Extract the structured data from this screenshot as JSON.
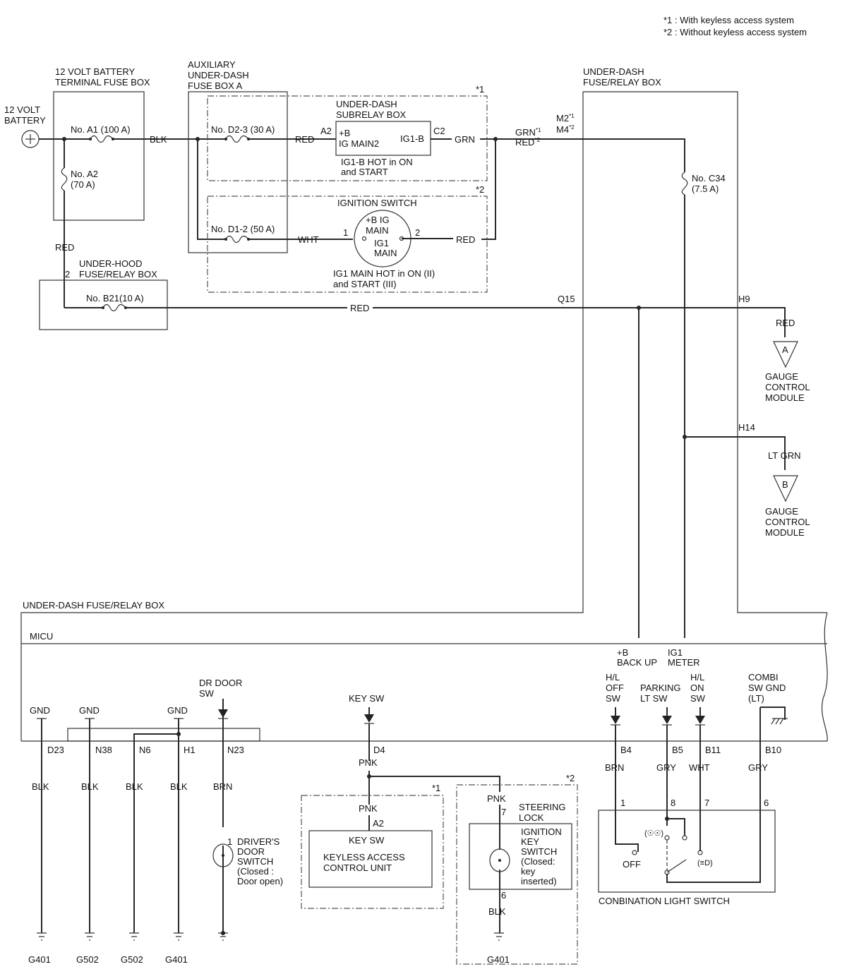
{
  "notes": {
    "n1": "*1 : With keyless access system",
    "n2": "*2 : Without keyless access system"
  },
  "labels": {
    "battery": [
      "12 VOLT",
      "BATTERY"
    ],
    "battery_fuse_box": [
      "12 VOLT BATTERY",
      "TERMINAL FUSE BOX"
    ],
    "fuse_a1": "No. A1 (100 A)",
    "fuse_a2": [
      "No. A2",
      "(70 A)"
    ],
    "aux_fuse_box": [
      "AUXILIARY",
      "UNDER-DASH",
      "FUSE BOX A"
    ],
    "fuse_d2_3": "No. D2-3 (30 A)",
    "fuse_d1_2": "No. D1-2 (50 A)",
    "subrelay_box": [
      "UNDER-DASH",
      "SUBRELAY BOX"
    ],
    "subrelay_terminals": {
      "a2": "A2",
      "c2": "C2",
      "plus_b": "+B",
      "ig_main2": "IG MAIN2",
      "ig1_b": "IG1-B"
    },
    "subrelay_note": [
      "IG1-B HOT in ON",
      "and START"
    ],
    "ignition_switch": "IGNITION SWITCH",
    "ign_terminals": {
      "t1": "1",
      "t2": "2",
      "plus_b_ig": "+B IG",
      "main": "MAIN",
      "ig1": "IG1",
      "main2": "MAIN"
    },
    "ign_note": [
      "IG1 MAIN HOT in ON (II)",
      "and START (III)"
    ],
    "star1": "*1",
    "star2": "*2",
    "under_hood_box": [
      "UNDER-HOOD",
      "FUSE/RELAY BOX"
    ],
    "fuse_b21": "No. B21(10 A)",
    "under_dash_box_top": [
      "UNDER-DASH",
      "FUSE/RELAY BOX"
    ],
    "m2": "M2",
    "m4": "M4",
    "fuse_c34": [
      "No. C34",
      "(7.5 A)"
    ],
    "q15": "Q15",
    "h9": "H9",
    "h14": "H14",
    "connector_a": "A",
    "connector_b": "B",
    "gauge_module": [
      "GAUGE",
      "CONTROL",
      "MODULE"
    ],
    "under_dash_box_bottom": "UNDER-DASH FUSE/RELAY BOX",
    "micu": "MICU",
    "back_up": [
      "+B",
      "BACK UP"
    ],
    "ig1_meter": [
      "IG1",
      "METER"
    ],
    "hl_off_sw": [
      "H/L",
      "OFF",
      "SW"
    ],
    "parking_lt_sw": [
      "PARKING",
      "LT SW"
    ],
    "hl_on_sw": [
      "H/L",
      "ON",
      "SW"
    ],
    "combi_sw_gnd": [
      "COMBI",
      "SW GND",
      "(LT)"
    ],
    "gnd": "GND",
    "dr_door_sw": [
      "DR DOOR",
      "SW"
    ],
    "key_sw": "KEY SW",
    "terminals": {
      "d23": "D23",
      "n38": "N38",
      "n6": "N6",
      "h1": "H1",
      "n23": "N23",
      "d4": "D4",
      "b4": "B4",
      "b5": "B5",
      "b11": "B11",
      "b10": "B10"
    },
    "drivers_door_switch": [
      "DRIVER'S",
      "DOOR",
      "SWITCH",
      "(Closed :",
      "Door open)"
    ],
    "keyless_unit": [
      "KEY SW",
      "KEYLESS ACCESS",
      "CONTROL UNIT"
    ],
    "a2_bottom": "A2",
    "steering_lock": [
      "STEERING",
      "LOCK"
    ],
    "ignition_key_switch": [
      "IGNITION",
      "KEY",
      "SWITCH",
      "(Closed:",
      "key",
      "inserted)"
    ],
    "pin_labels": {
      "p1": "1",
      "p6": "6",
      "p7": "7",
      "p8": "8"
    },
    "combination_light_switch": "CONBINATION LIGHT SWITCH",
    "off": "OFF",
    "park_symbol": "(☉☉)",
    "head_symbol": "(≡D)",
    "grounds": {
      "g1": "G401",
      "g2": "G502",
      "g3": "G502",
      "g4": "G401",
      "g5": "G401"
    }
  },
  "wire_colors": {
    "blk": "BLK",
    "red": "RED",
    "grn": "GRN",
    "wht": "WHT",
    "pnk": "PNK",
    "brn": "BRN",
    "gry": "GRY",
    "lt_grn": "LT GRN"
  }
}
